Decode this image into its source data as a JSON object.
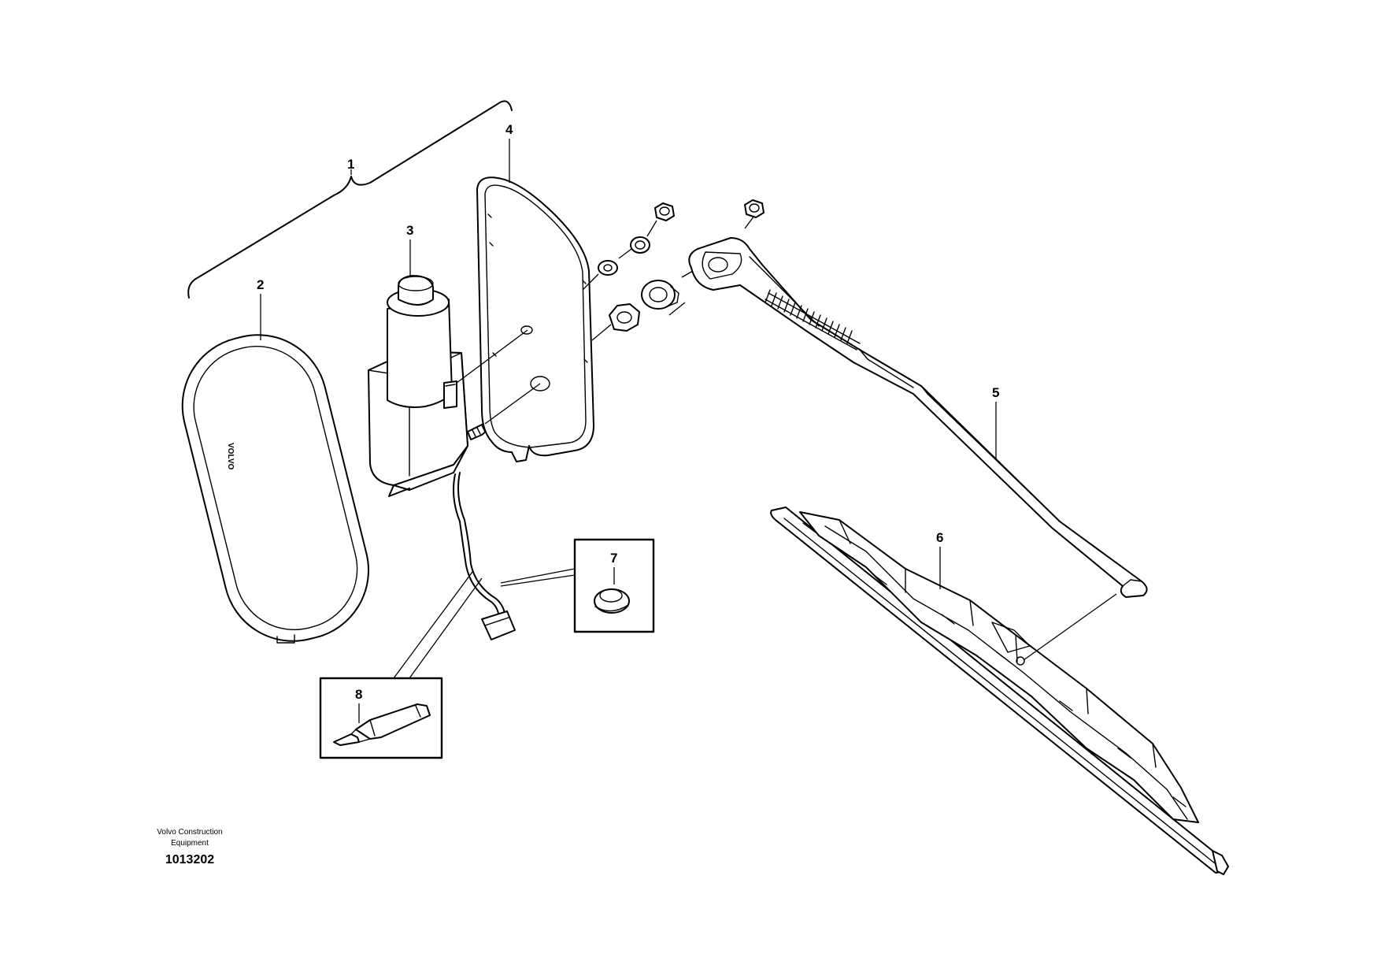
{
  "callouts": {
    "c1": "1",
    "c2": "2",
    "c3": "3",
    "c4": "4",
    "c5": "5",
    "c6": "6",
    "c7": "7",
    "c8": "8"
  },
  "footer": {
    "credit_line1": "Volvo Construction",
    "credit_line2": "Equipment",
    "figure_number": "1013202"
  },
  "logo_text": "VOLVO"
}
